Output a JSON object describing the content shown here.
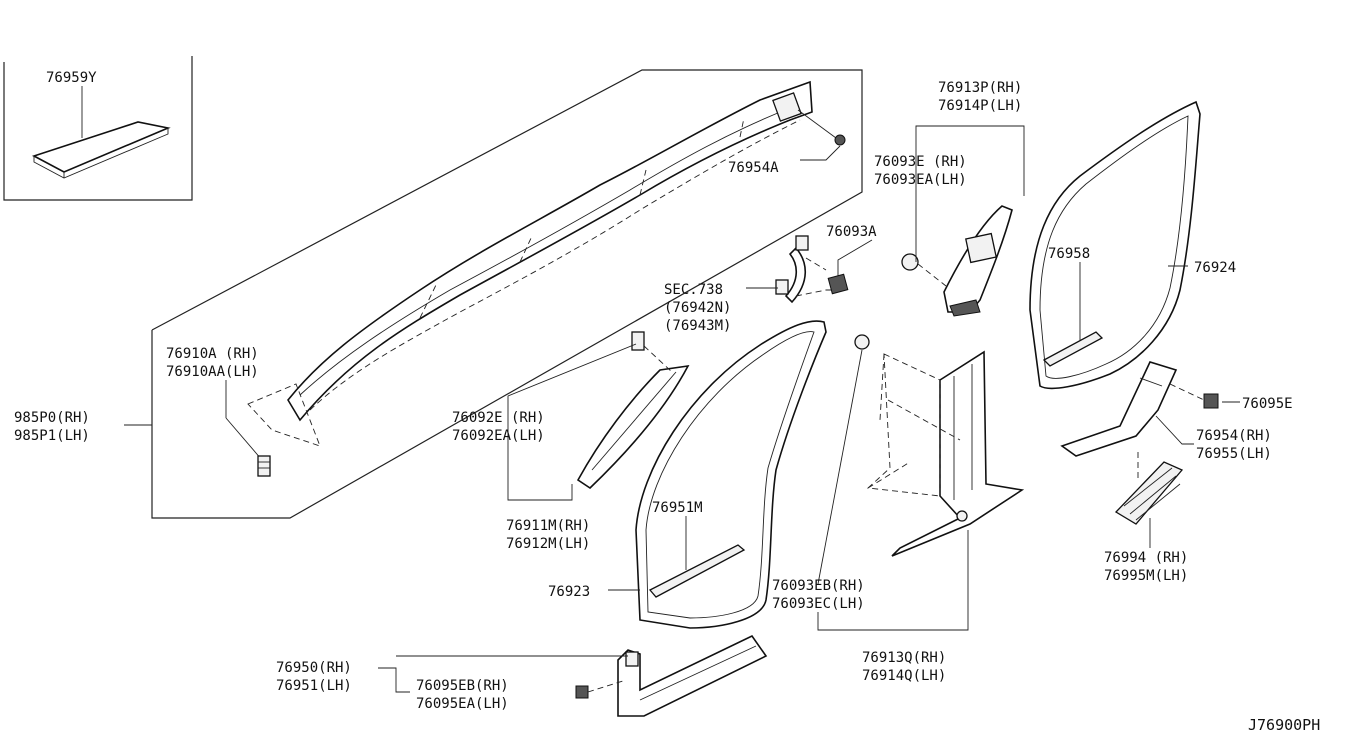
{
  "diagram_id": "J76900PH",
  "labels": {
    "p76959Y": "76959Y",
    "p985P0": "985P0(RH)",
    "p985P1": "985P1(LH)",
    "p76910A": "76910A (RH)",
    "p76910AA": "76910AA(LH)",
    "p76954A": "76954A",
    "p76092E": "76092E (RH)",
    "p76092EA": "76092EA(LH)",
    "p76911M": "76911M(RH)",
    "p76912M": "76912M(LH)",
    "p76093A": "76093A",
    "sec738": "SEC.738",
    "p76942N": "(76942N)",
    "p76943M": "(76943M)",
    "p76913P": "76913P(RH)",
    "p76914P": "76914P(LH)",
    "p76093E": "76093E (RH)",
    "p76093EA": "76093EA(LH)",
    "p76958": "76958",
    "p76924": "76924",
    "p76095E": "76095E",
    "p76954": "76954(RH)",
    "p76955": "76955(LH)",
    "p76994": "76994 (RH)",
    "p76995M": "76995M(LH)",
    "p76951M": "76951M",
    "p76923": "76923",
    "p76093EB": "76093EB(RH)",
    "p76093EC": "76093EC(LH)",
    "p76913Q": "76913Q(RH)",
    "p76914Q": "76914Q(LH)",
    "p76950": "76950(RH)",
    "p76951": "76951(LH)",
    "p76095EB": "76095EB(RH)",
    "p76095EA": "76095EA(LH)"
  }
}
